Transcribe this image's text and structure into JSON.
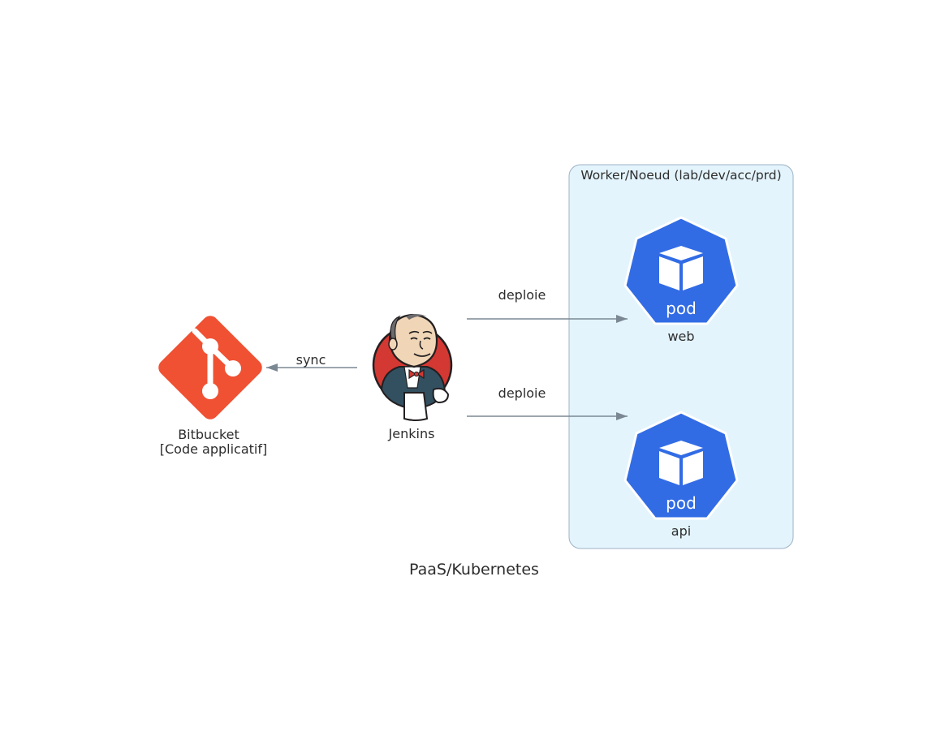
{
  "title": "PaaS/Kubernetes",
  "cluster": {
    "label": "Worker/Noeud (lab/dev/acc/prd)",
    "fill": "#e3f4fc",
    "stroke": "#9eb2c4"
  },
  "nodes": {
    "bitbucket": {
      "label_line1": "Bitbucket",
      "label_line2": "[Code applicatif]",
      "icon": "git-icon",
      "color": "#f05133"
    },
    "jenkins": {
      "label": "Jenkins",
      "icon": "jenkins-icon"
    },
    "web": {
      "label": "web",
      "icon": "k8s-pod-icon",
      "icon_text": "pod",
      "color": "#326ce5"
    },
    "api": {
      "label": "api",
      "icon": "k8s-pod-icon",
      "icon_text": "pod",
      "color": "#326ce5"
    }
  },
  "edges": [
    {
      "from": "jenkins",
      "to": "bitbucket",
      "label": "sync"
    },
    {
      "from": "jenkins",
      "to": "web",
      "label": "deploie"
    },
    {
      "from": "jenkins",
      "to": "api",
      "label": "deploie"
    }
  ],
  "edge_color": "#7b8894"
}
